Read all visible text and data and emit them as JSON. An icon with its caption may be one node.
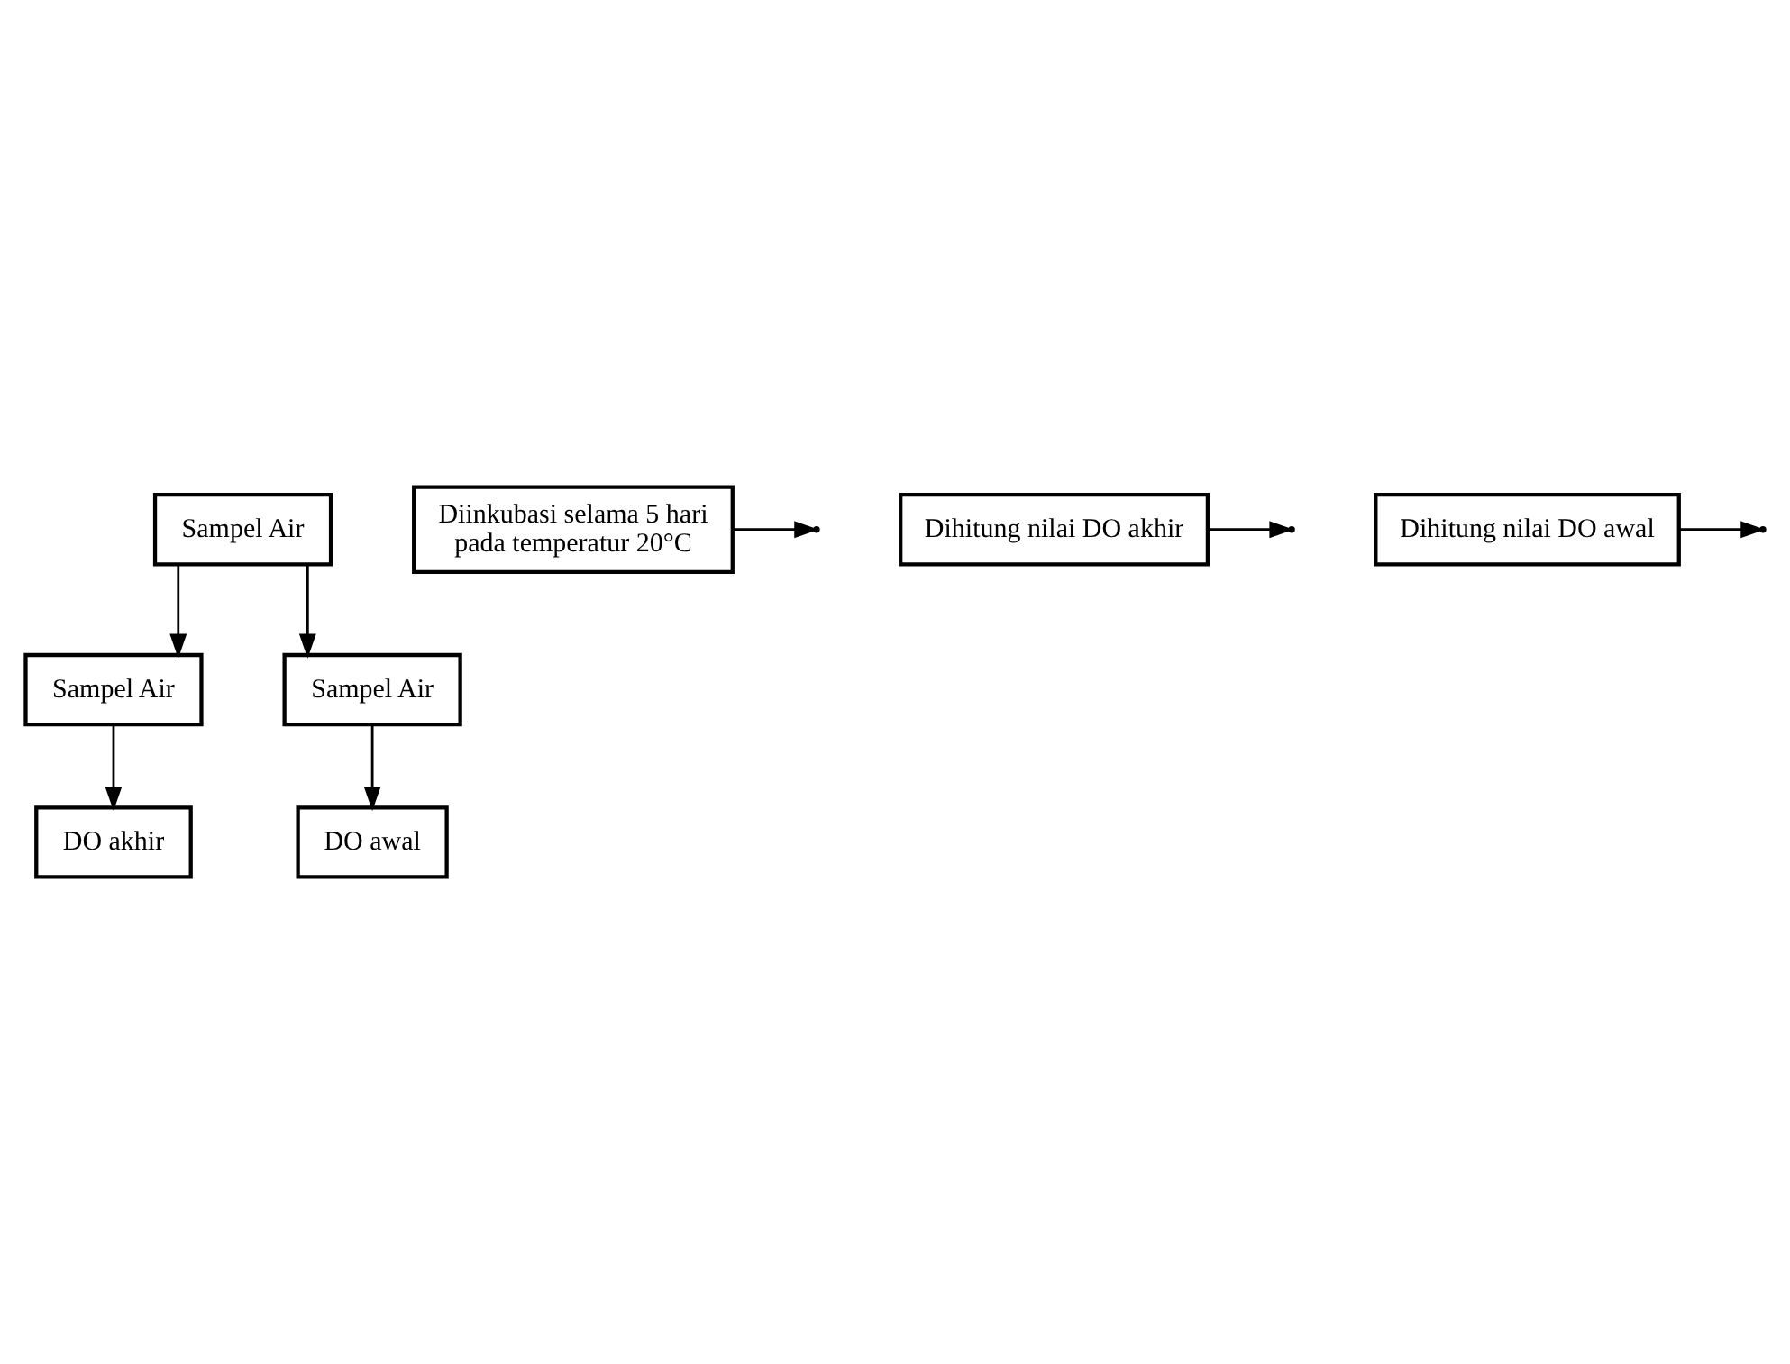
{
  "diagram": {
    "nodes": [
      {
        "text": [
          "Sampel Air"
        ]
      },
      {
        "text": [
          "Sampel Air"
        ]
      },
      {
        "text": [
          "Sampel Air"
        ]
      },
      {
        "text": [
          "Diinkubasi selama 5 hari pada temperatur 20°C"
        ]
      },
      {
        "text": [
          "Dihitung nilai DO akhir"
        ]
      },
      {
        "text": [
          "Dihitung nilai DO awal"
        ]
      },
      {
        "text": [
          "DO akhir"
        ]
      },
      {
        "text": [
          "DO awal"
        ]
      }
    ],
    "edges": [
      {
        "from": 0,
        "to": 1,
        "arrow": "to"
      },
      {
        "from": 0,
        "to": 2,
        "arrow": "to"
      },
      {
        "from": 1,
        "to": 6,
        "arrow": "to"
      },
      {
        "from": 2,
        "to": 7,
        "arrow": "to"
      },
      {
        "from": 3,
        "to": null,
        "arrow": "to"
      },
      {
        "from": 4,
        "to": null,
        "arrow": "to"
      },
      {
        "from": 5,
        "to": null,
        "arrow": "to"
      }
    ]
  }
}
